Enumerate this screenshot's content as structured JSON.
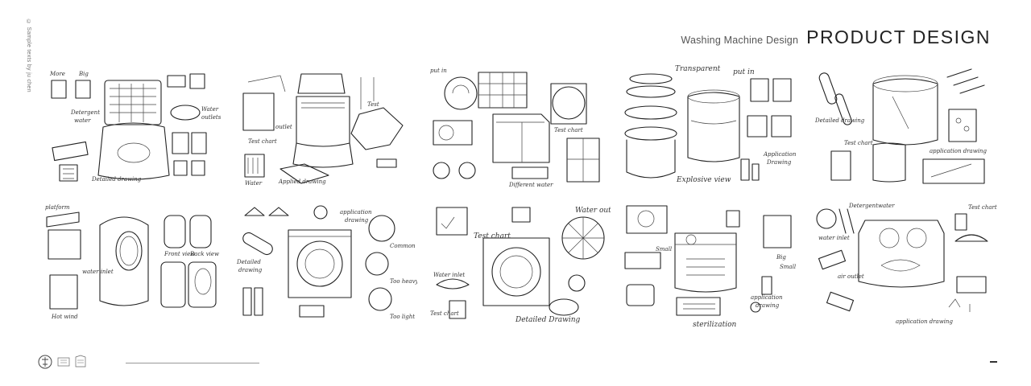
{
  "side_note": "© Sample texts by ju chen",
  "header": {
    "subtitle": "Washing Machine Design",
    "title": "PRODUCT DESIGN"
  },
  "sketch_labels": {
    "p1": [
      "More",
      "Big",
      "Detergent",
      "water",
      "Water",
      "outlets",
      "Detailed drawing"
    ],
    "p2": [
      "Test chart",
      "outlet",
      "Test",
      "Water",
      "Applied drawing"
    ],
    "p3": [
      "put in",
      "Test chart",
      "Different water"
    ],
    "p4": [
      "Transparent",
      "put in",
      "Explosive view",
      "Application",
      "Drawing"
    ],
    "p5": [
      "Detailed drawing",
      "Test chart",
      "application drawing"
    ],
    "p6": [
      "platform",
      "water inlet",
      "Front view",
      "Back view",
      "Hot wind"
    ],
    "p7": [
      "application",
      "drawing",
      "Detailed",
      "drawing",
      "Common",
      "Too heavy",
      "Too light"
    ],
    "p8": [
      "Test chart",
      "Water outlet",
      "Water inlet",
      "Test chart",
      "Detailed Drawing"
    ],
    "p9": [
      "Small",
      "Big",
      "Small",
      "application",
      "drawing",
      "sterilization"
    ],
    "p10": [
      "Detergent",
      "water",
      "water inlet",
      "Test chart",
      "air outlet",
      "application drawing"
    ]
  },
  "colors": {
    "ink": "#222222",
    "paper": "#ffffff",
    "muted": "#777777"
  }
}
